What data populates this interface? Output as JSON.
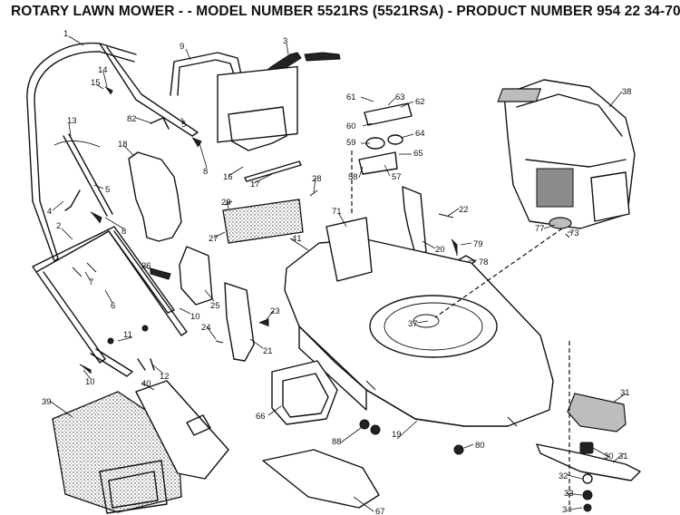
{
  "title": "ROTARY LAWN MOWER - - MODEL NUMBER 5521RS (5521RSA) - PRODUCT NUMBER 954 22 34-70",
  "callouts": [
    {
      "id": "c1",
      "text": "1"
    },
    {
      "id": "c2",
      "text": "2"
    },
    {
      "id": "c3",
      "text": "3"
    },
    {
      "id": "c4",
      "text": "4"
    },
    {
      "id": "c5a",
      "text": "5"
    },
    {
      "id": "c5b",
      "text": "5"
    },
    {
      "id": "c6",
      "text": "6"
    },
    {
      "id": "c7",
      "text": "7"
    },
    {
      "id": "c8a",
      "text": "8"
    },
    {
      "id": "c8b",
      "text": "8"
    },
    {
      "id": "c9",
      "text": "9"
    },
    {
      "id": "c10a",
      "text": "10"
    },
    {
      "id": "c10b",
      "text": "10"
    },
    {
      "id": "c11",
      "text": "11"
    },
    {
      "id": "c12",
      "text": "12"
    },
    {
      "id": "c13",
      "text": "13"
    },
    {
      "id": "c14",
      "text": "14"
    },
    {
      "id": "c15",
      "text": "15"
    },
    {
      "id": "c16",
      "text": "16"
    },
    {
      "id": "c17",
      "text": "17"
    },
    {
      "id": "c18",
      "text": "18"
    },
    {
      "id": "c19",
      "text": "19"
    },
    {
      "id": "c20",
      "text": "20"
    },
    {
      "id": "c21",
      "text": "21"
    },
    {
      "id": "c22",
      "text": "22"
    },
    {
      "id": "c23",
      "text": "23"
    },
    {
      "id": "c24",
      "text": "24"
    },
    {
      "id": "c25",
      "text": "25"
    },
    {
      "id": "c26",
      "text": "26"
    },
    {
      "id": "c27",
      "text": "27"
    },
    {
      "id": "c28a",
      "text": "28"
    },
    {
      "id": "c28b",
      "text": "28"
    },
    {
      "id": "c30",
      "text": "30"
    },
    {
      "id": "c31a",
      "text": "31"
    },
    {
      "id": "c31b",
      "text": "31"
    },
    {
      "id": "c32",
      "text": "32"
    },
    {
      "id": "c33",
      "text": "33"
    },
    {
      "id": "c34",
      "text": "34"
    },
    {
      "id": "c37",
      "text": "37"
    },
    {
      "id": "c38",
      "text": "38"
    },
    {
      "id": "c39",
      "text": "39"
    },
    {
      "id": "c40",
      "text": "40"
    },
    {
      "id": "c41",
      "text": "41"
    },
    {
      "id": "c57",
      "text": "57"
    },
    {
      "id": "c58",
      "text": "58"
    },
    {
      "id": "c59",
      "text": "59"
    },
    {
      "id": "c60",
      "text": "60"
    },
    {
      "id": "c61",
      "text": "61"
    },
    {
      "id": "c62",
      "text": "62"
    },
    {
      "id": "c63",
      "text": "63"
    },
    {
      "id": "c64",
      "text": "64"
    },
    {
      "id": "c65",
      "text": "65"
    },
    {
      "id": "c66",
      "text": "66"
    },
    {
      "id": "c67",
      "text": "67"
    },
    {
      "id": "c71",
      "text": "71"
    },
    {
      "id": "c73",
      "text": "73"
    },
    {
      "id": "c77",
      "text": "77"
    },
    {
      "id": "c78",
      "text": "78"
    },
    {
      "id": "c79",
      "text": "79"
    },
    {
      "id": "c80",
      "text": "80"
    },
    {
      "id": "c82",
      "text": "82"
    },
    {
      "id": "c88",
      "text": "88"
    }
  ]
}
